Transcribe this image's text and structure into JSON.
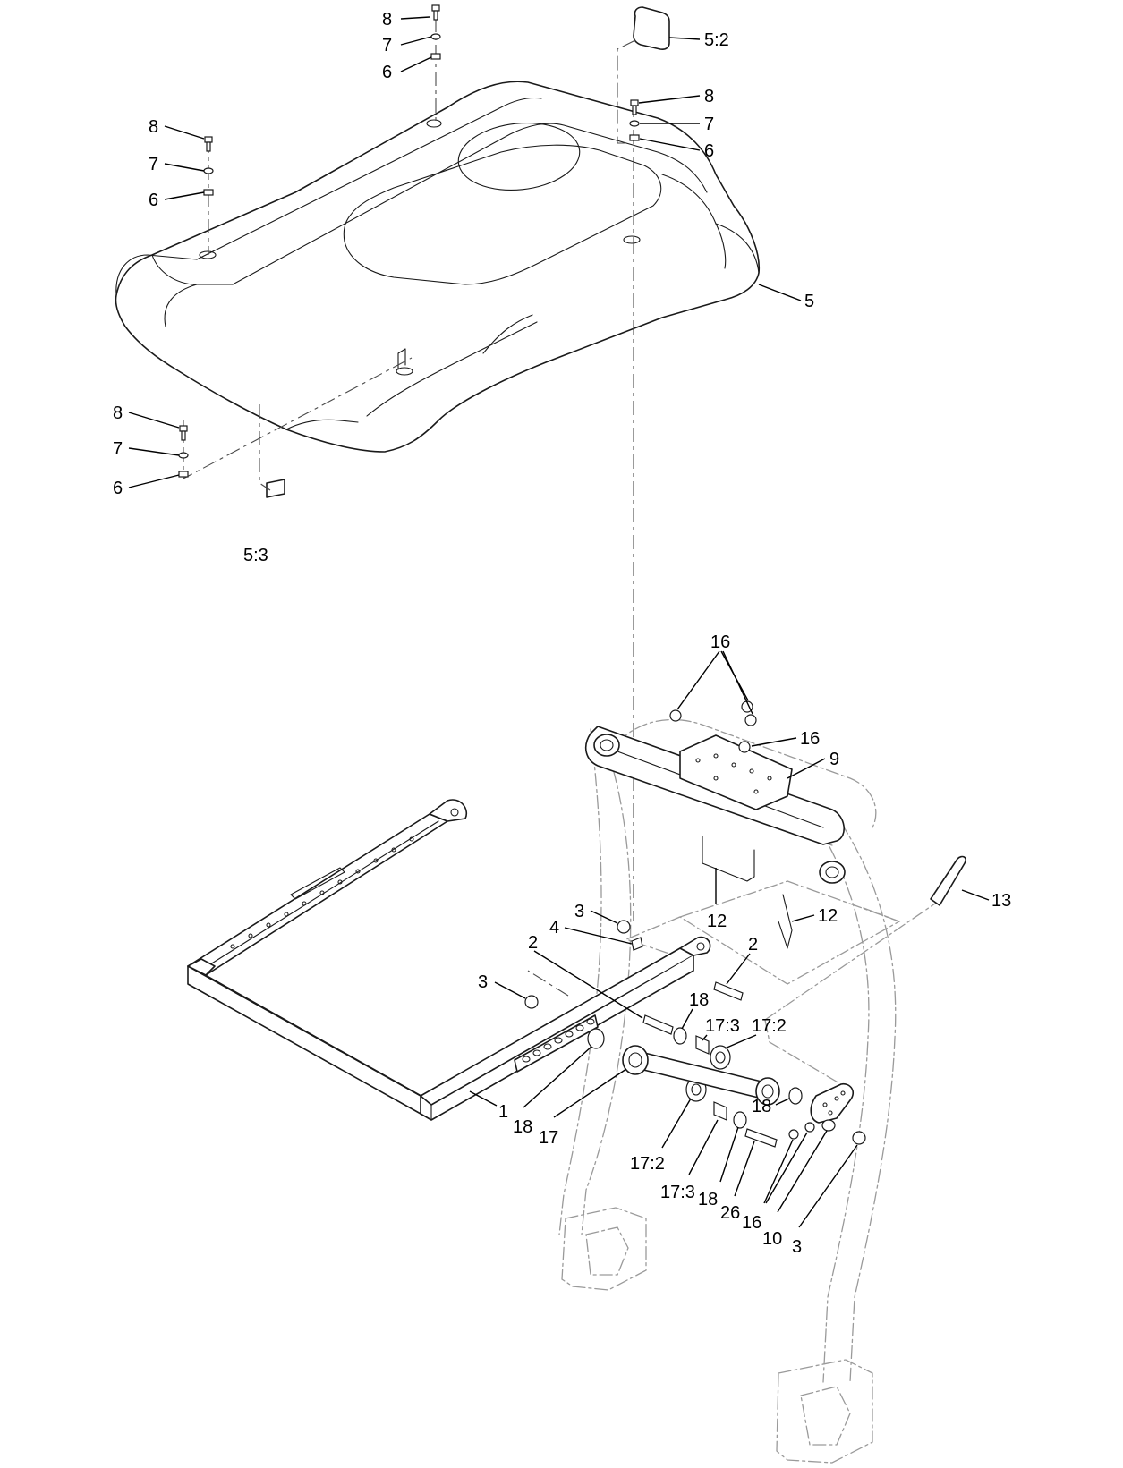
{
  "title": "Seat cover and seat suspension mount — exploded parts view",
  "callouts": [
    {
      "id": "c-8-top",
      "label": "8"
    },
    {
      "id": "c-7-top",
      "label": "7"
    },
    {
      "id": "c-6-top",
      "label": "6"
    },
    {
      "id": "c-52",
      "label": "5:2"
    },
    {
      "id": "c-8-right",
      "label": "8"
    },
    {
      "id": "c-7-right",
      "label": "7"
    },
    {
      "id": "c-6-right",
      "label": "6"
    },
    {
      "id": "c-8-left",
      "label": "8"
    },
    {
      "id": "c-7-left",
      "label": "7"
    },
    {
      "id": "c-6-left",
      "label": "6"
    },
    {
      "id": "c-5",
      "label": "5"
    },
    {
      "id": "c-8-low",
      "label": "8"
    },
    {
      "id": "c-7-low",
      "label": "7"
    },
    {
      "id": "c-6-low",
      "label": "6"
    },
    {
      "id": "c-53",
      "label": "5:3"
    },
    {
      "id": "c-16-top",
      "label": "16"
    },
    {
      "id": "c-16-right",
      "label": "16"
    },
    {
      "id": "c-9",
      "label": "9"
    },
    {
      "id": "c-13",
      "label": "13"
    },
    {
      "id": "c-12-left",
      "label": "12"
    },
    {
      "id": "c-12-right",
      "label": "12"
    },
    {
      "id": "c-3-top",
      "label": "3"
    },
    {
      "id": "c-4",
      "label": "4"
    },
    {
      "id": "c-2-left",
      "label": "2"
    },
    {
      "id": "c-2-right",
      "label": "2"
    },
    {
      "id": "c-3-left",
      "label": "3"
    },
    {
      "id": "c-18-top",
      "label": "18"
    },
    {
      "id": "c-173-top",
      "label": "17:3"
    },
    {
      "id": "c-172-top",
      "label": "17:2"
    },
    {
      "id": "c-1",
      "label": "1"
    },
    {
      "id": "c-18-left",
      "label": "18"
    },
    {
      "id": "c-17",
      "label": "17"
    },
    {
      "id": "c-18-right",
      "label": "18"
    },
    {
      "id": "c-172-bottom",
      "label": "17:2"
    },
    {
      "id": "c-173-bottom",
      "label": "17:3"
    },
    {
      "id": "c-18-bottom",
      "label": "18"
    },
    {
      "id": "c-26",
      "label": "26"
    },
    {
      "id": "c-16-bottom",
      "label": "16"
    },
    {
      "id": "c-10",
      "label": "10"
    },
    {
      "id": "c-3-bottom",
      "label": "3"
    }
  ]
}
